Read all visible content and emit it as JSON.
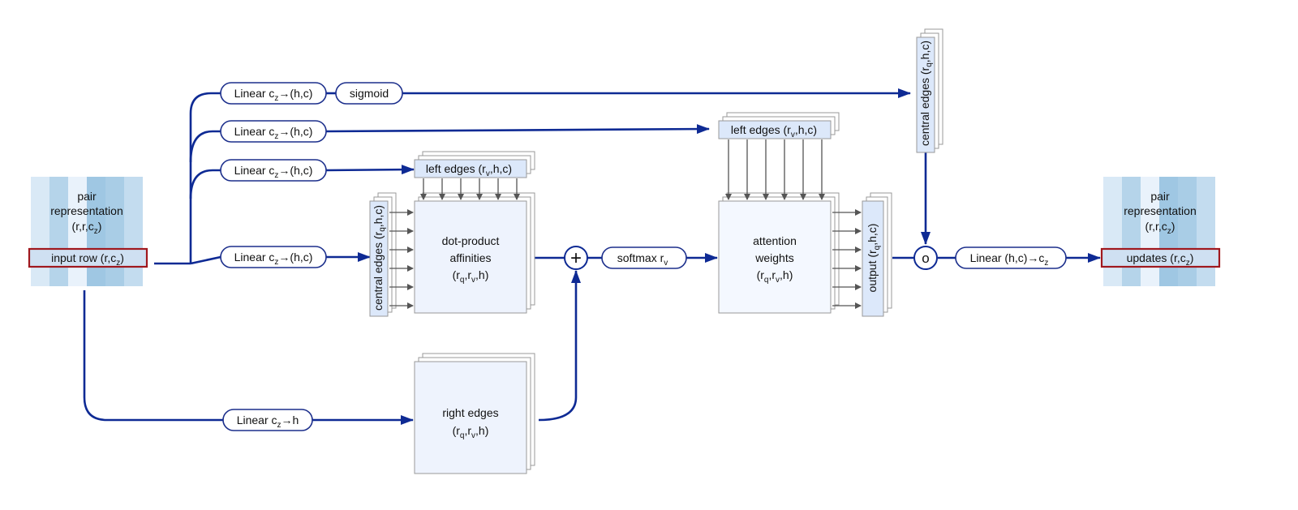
{
  "colors": {
    "arrow": "#0e2a94",
    "thin_arrow": "#555555",
    "highlight_box": "#a0181e",
    "tile_dark": "#a8cde6",
    "tile_light": "#e8f1fb",
    "stack_tile": "#dde8fb"
  },
  "input_block": {
    "title_line1": "pair",
    "title_line2": "representation",
    "shape_main": "(r,r,c",
    "shape_sub": "z",
    "shape_end": ")",
    "row_label_main": "input row (r,c",
    "row_label_sub": "z",
    "row_label_end": ")"
  },
  "output_block": {
    "title_line1": "pair",
    "title_line2": "representation",
    "shape_main": "(r,r,c",
    "shape_sub": "z",
    "shape_end": ")",
    "row_label_main": "updates (r,c",
    "row_label_sub": "z",
    "row_label_end": ")"
  },
  "ops": {
    "linear_gate": {
      "main": "Linear c",
      "sub": "z",
      "end": "→(h,c)"
    },
    "sigmoid": "sigmoid",
    "linear_left_edges_2": {
      "main": "Linear c",
      "sub": "z",
      "end": "→(h,c)"
    },
    "linear_left_edges_1": {
      "main": "Linear c",
      "sub": "z",
      "end": "→(h,c)"
    },
    "linear_central": {
      "main": "Linear c",
      "sub": "z",
      "end": "→(h,c)"
    },
    "linear_right": {
      "main": "Linear c",
      "sub": "z",
      "end": "→h"
    },
    "softmax": {
      "main": "softmax r",
      "sub": "v"
    },
    "plus_symbol": "+",
    "gate_symbol": "o",
    "linear_out": {
      "main": "Linear (h,c)→c",
      "sub": "z"
    }
  },
  "tensors": {
    "left_edges_1": {
      "p1": "left edges (r",
      "s1": "v",
      "p2": ",h,c)"
    },
    "left_edges_2": {
      "p1": "left edges (r",
      "s1": "v",
      "p2": ",h,c)"
    },
    "central_edges_1": {
      "p1": "central edges  (r",
      "s1": "q",
      "p2": ",h,c)"
    },
    "central_edges_gate": {
      "p1": "central edges  (r",
      "s1": "q",
      "p2": ",h,c)"
    },
    "output": {
      "p1": "output (r",
      "s1": "q",
      "p2": ",h,c)"
    },
    "dot_product": {
      "line1": "dot-product",
      "line2": "affinities",
      "l3a": "(r",
      "l3b": "q",
      "l3c": ",r",
      "l3d": "v",
      "l3e": ",h)"
    },
    "attention": {
      "line1": "attention",
      "line2": "weights",
      "l3a": "(r",
      "l3b": "q",
      "l3c": ",r",
      "l3d": "v",
      "l3e": ",h)"
    },
    "right_edges": {
      "line1": "right edges",
      "l2a": "(r",
      "l2b": "q",
      "l2c": ",r",
      "l2d": "v",
      "l2e": ",h)"
    }
  }
}
